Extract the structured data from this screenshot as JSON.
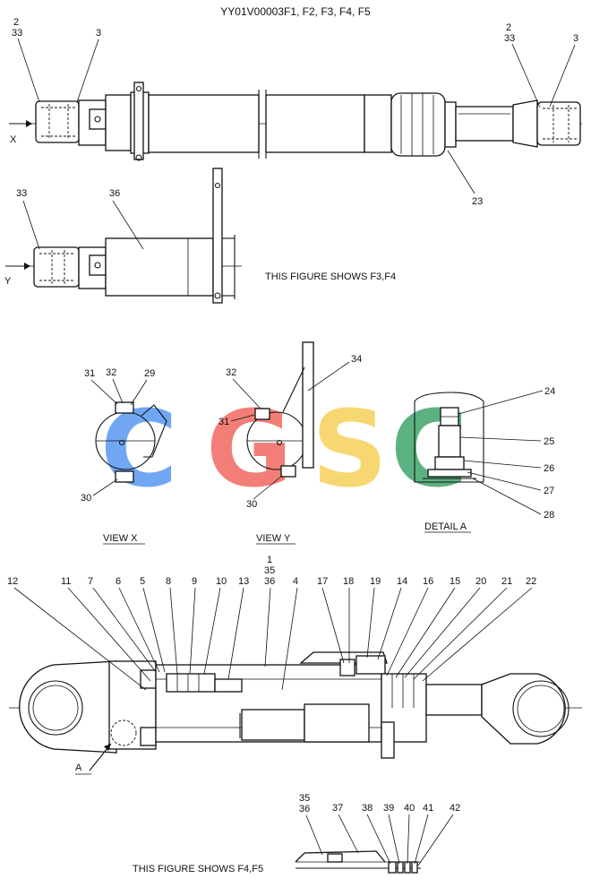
{
  "title": "YY01V00003F1, F2, F3, F4, F5",
  "captions": {
    "fig_f3f4": "THIS FIGURE SHOWS  F3,F4",
    "fig_f4f5": "THIS FIGURE SHOWS  F4,F5",
    "view_x": "VIEW  X",
    "view_y": "VIEW  Y",
    "detail_a": "DETAIL  A"
  },
  "view_markers": {
    "x": "X",
    "y": "Y",
    "a": "A"
  },
  "callouts": {
    "top_left": [
      "2",
      "33",
      "3"
    ],
    "top_right": [
      "2",
      "33",
      "3",
      "23"
    ],
    "view_y_side": [
      "33",
      "36"
    ],
    "view_x": [
      "31",
      "32",
      "29",
      "30"
    ],
    "view_y": [
      "32",
      "34",
      "31",
      "30"
    ],
    "detail_a": [
      "24",
      "25",
      "26",
      "27",
      "28"
    ],
    "main_section": [
      "12",
      "11",
      "7",
      "6",
      "5",
      "8",
      "9",
      "10",
      "13",
      "1",
      "35",
      "36",
      "4",
      "17",
      "18",
      "19",
      "14",
      "16",
      "15",
      "20",
      "21",
      "22"
    ],
    "bottom_section": [
      "35",
      "36",
      "37",
      "38",
      "39",
      "40",
      "41",
      "42"
    ]
  },
  "watermark": {
    "letters": [
      "C",
      "G",
      "S",
      "C"
    ],
    "colors": [
      "#4a8ef0",
      "#ef5b52",
      "#f6cd4a",
      "#2f9c5e"
    ]
  }
}
